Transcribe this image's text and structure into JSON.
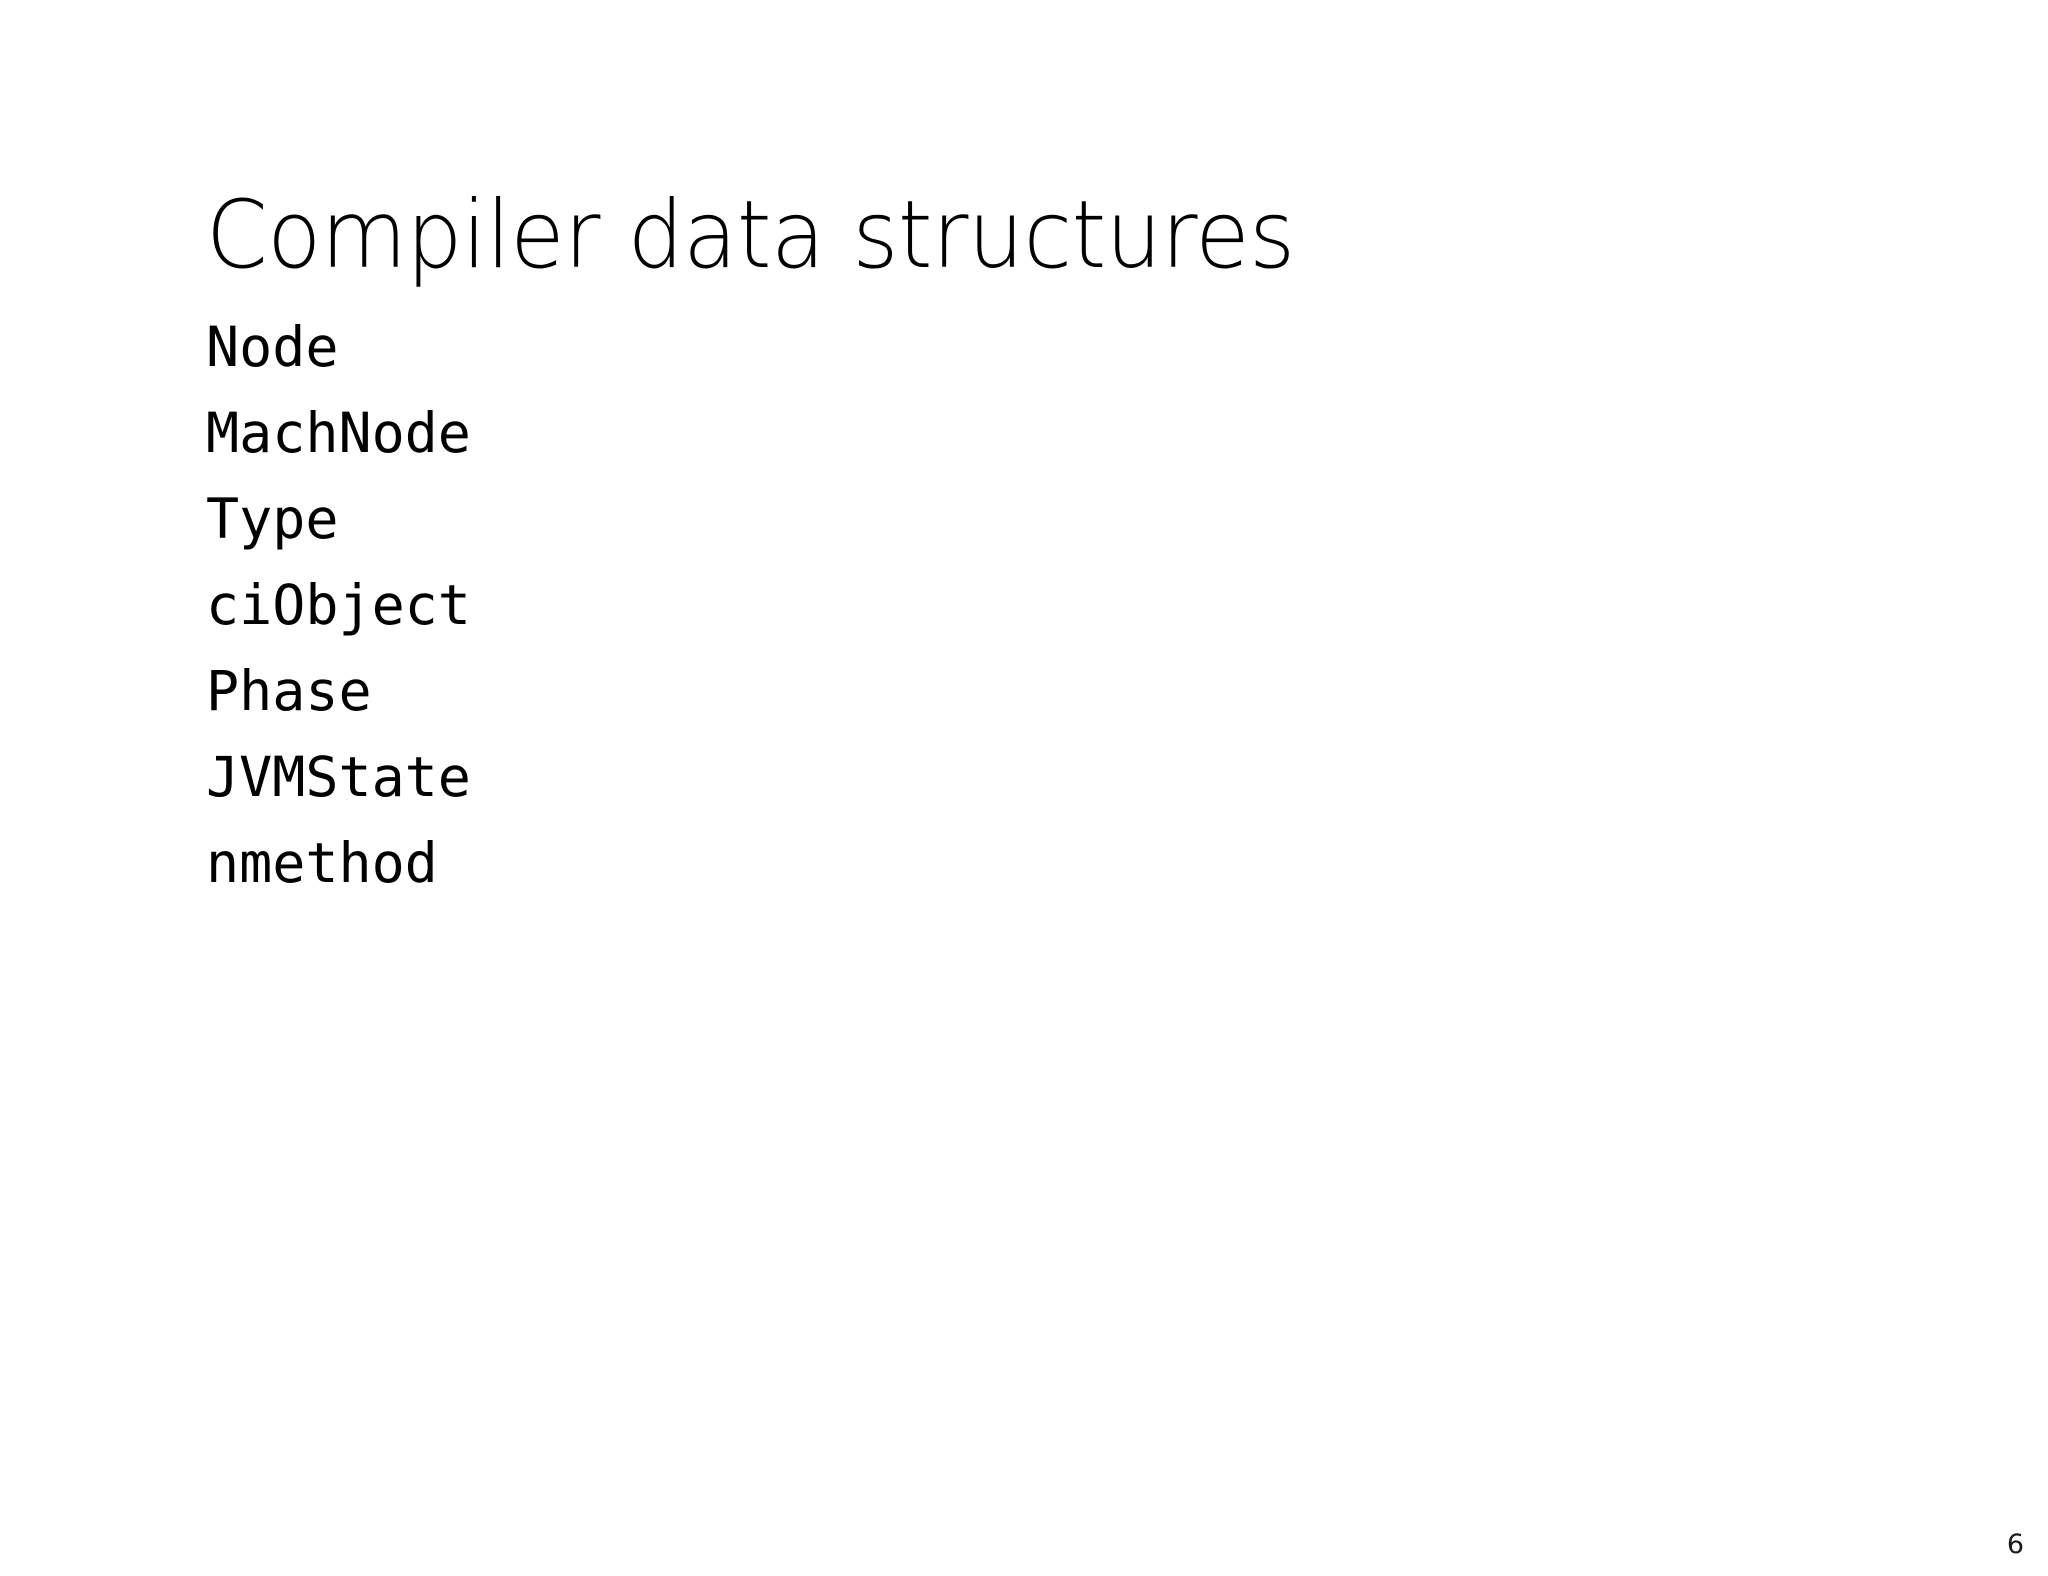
{
  "slide": {
    "title": "Compiler data structures",
    "page_number": "6",
    "background_color": "#ffffff",
    "text_color": "#000000",
    "items": [
      {
        "label": "Node"
      },
      {
        "label": "MachNode"
      },
      {
        "label": "Type"
      },
      {
        "label": "ciObject"
      },
      {
        "label": "Phase"
      },
      {
        "label": "JVMState"
      },
      {
        "label": "nmethod"
      }
    ]
  }
}
